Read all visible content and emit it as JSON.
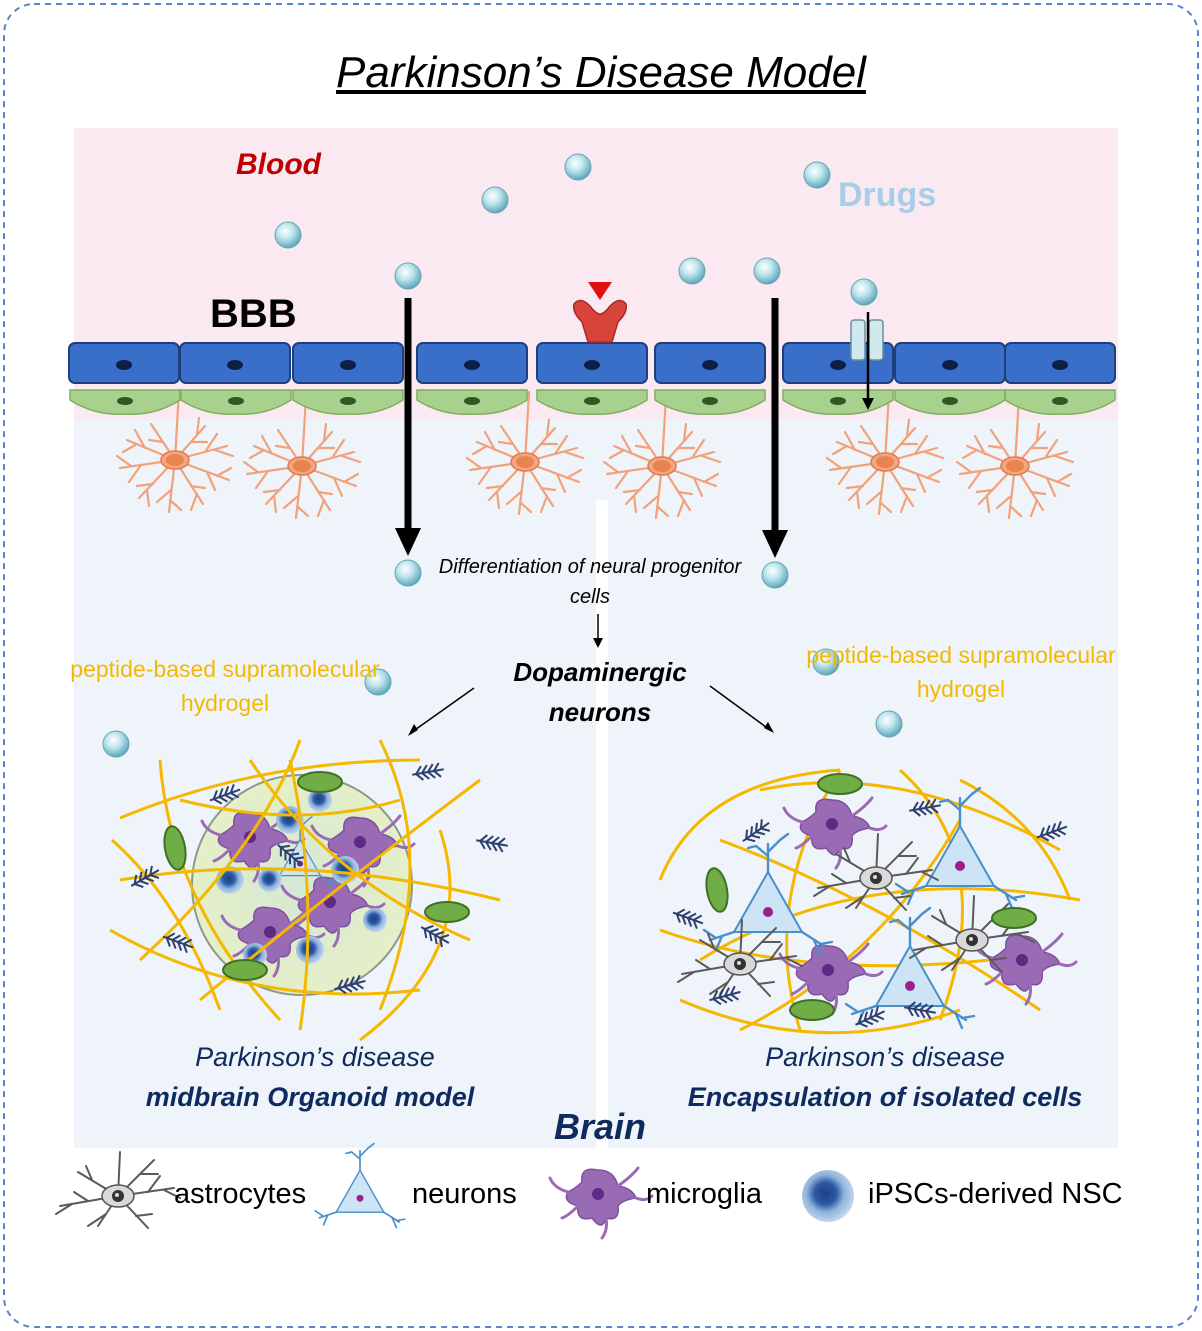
{
  "title": "Parkinson’s Disease Model",
  "top": {
    "blood_label": "Blood",
    "drugs_label": "Drugs",
    "bbb_label": "BBB"
  },
  "center": {
    "differentiation_text": "Differentiation of neural progenitor cells",
    "dopaminergic_text": "Dopaminergic neurons"
  },
  "left_panel": {
    "hydrogel_label": "peptide-based supramolecular hydrogel",
    "caption_line1": "Parkinson’s disease",
    "caption_line2": "midbrain Organoid model"
  },
  "right_panel": {
    "hydrogel_label": "peptide-based supramolecular hydrogel",
    "caption_line1": "Parkinson’s disease",
    "caption_line2": "Encapsulation of isolated cells"
  },
  "brain_label": "Brain",
  "legend": {
    "astrocytes": "astrocytes",
    "neurons": "neurons",
    "microglia": "microglia",
    "nsc": "iPSCs-derived NSC"
  },
  "colors": {
    "blood_region": "#fbe9f2",
    "brain_region": "#eef4fa",
    "endothelial": "#3a6fc9",
    "astro_endfoot": "#a9d18e",
    "astrocyte_body": "#f4a582",
    "drug_particle": "#9fd4e0",
    "fiber": "#f5b800",
    "neuron": "#cce4f6",
    "microglia": "#9a6bb5",
    "receptor": "#d9443a",
    "green_cell": "#70ad47"
  }
}
